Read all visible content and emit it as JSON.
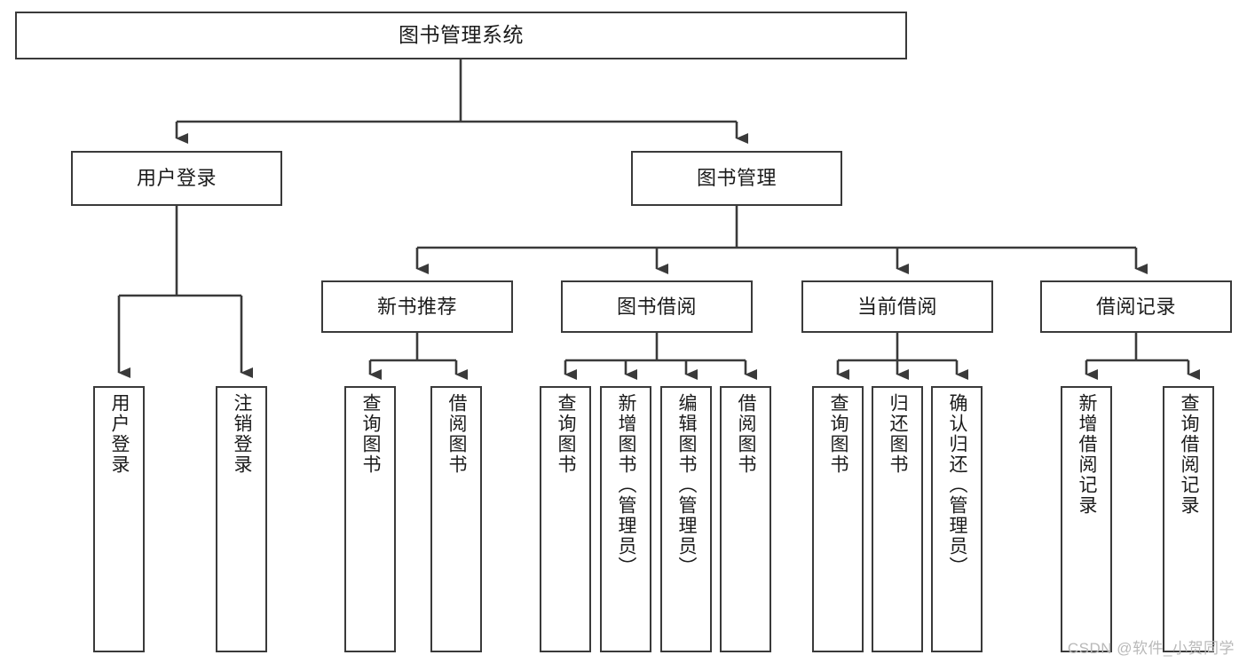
{
  "diagram": {
    "title": "图书管理系统",
    "type": "tree-hierarchy",
    "watermark": "CSDN @软件_小贺同学",
    "colors": {
      "stroke": "#3a3a3a",
      "fill": "#ffffff",
      "text": "#1b1b1b",
      "watermark": "#b9b9b9"
    }
  },
  "nodes": {
    "root": {
      "label": "图书管理系统"
    },
    "level2": [
      {
        "id": "user-login",
        "label": "用户登录"
      },
      {
        "id": "book-manage",
        "label": "图书管理"
      }
    ],
    "level3": [
      {
        "id": "new-book-recommend",
        "label": "新书推荐"
      },
      {
        "id": "book-borrow",
        "label": "图书借阅"
      },
      {
        "id": "current-borrow",
        "label": "当前借阅"
      },
      {
        "id": "borrow-record",
        "label": "借阅记录"
      }
    ],
    "leaves": {
      "user-login": [
        {
          "id": "leaf-user-login",
          "label": "用户登录"
        },
        {
          "id": "leaf-logout",
          "label": "注销登录"
        }
      ],
      "new-book-recommend": [
        {
          "id": "leaf-query-book-1",
          "label": "查询图书"
        },
        {
          "id": "leaf-borrow-book-1",
          "label": "借阅图书"
        }
      ],
      "book-borrow": [
        {
          "id": "leaf-query-book-2",
          "label": "查询图书"
        },
        {
          "id": "leaf-add-book",
          "label": "新增图书（管理员）"
        },
        {
          "id": "leaf-edit-book",
          "label": "编辑图书（管理员）"
        },
        {
          "id": "leaf-borrow-book-2",
          "label": "借阅图书"
        }
      ],
      "current-borrow": [
        {
          "id": "leaf-query-book-3",
          "label": "查询图书"
        },
        {
          "id": "leaf-return-book",
          "label": "归还图书"
        },
        {
          "id": "leaf-confirm-return",
          "label": "确认归还（管理员）"
        }
      ],
      "borrow-record": [
        {
          "id": "leaf-add-record",
          "label": "新增借阅记录"
        },
        {
          "id": "leaf-query-record",
          "label": "查询借阅记录"
        }
      ]
    }
  }
}
